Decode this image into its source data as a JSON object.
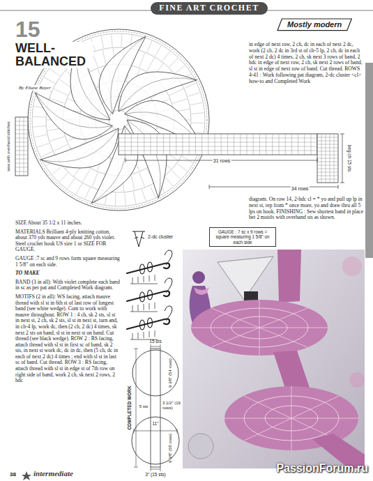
{
  "diagram": {
    "title": "WELL-BALANCED",
    "nodes": [
      {
        "text": [
          "FINE ART CROCHET"
        ]
      },
      {
        "text": [
          "Mostly modern"
        ]
      },
      {
        "text": [
          "GAUGE : 7 sc x 9 rows = square measuring 1 5/8\" on each side"
        ]
      },
      {
        "text": [
          "11\""
        ]
      }
    ],
    "labels": [
      "15",
      "By Eliane Boyer",
      "in edge of next row, 2 ch, dc in each of next 2 dc, work (2 ch, 2 dc in 3rd st of ch-5 lp, 2 ch, dc in each of next 2 dc) 4 times, 2 ch, sk next 3 rows of band, 2 hdc in edge of next row, 2 ch, sk next 2 rows of band, sl st in edge of next row of band. Cut thread. ROWS 4-41 : Work following pat diagram, 2-dc cluster <cl> how-to and Completed Work",
      "31 rows",
      "34 rows",
      "beg ch 15 sts",
      "sew with overhand stitches",
      "diagram. On row 14, 2-hdc cl = * yo and pull up lp in next st, rep from * once more, yo and draw thru all 5 lps on hook. FINISHING : Sew shortest band in place bet 2 motifs with overhand sts as shown.",
      "SIZE About 35 1/2 x 11 inches.",
      "MATERIALS Brilliant 4-ply knitting cotton, about 370 yds mauve and about 260 yds violet. Steel crochet hook US size 1 or SIZE FOR GAUGE.",
      "GAUGE :7 sc and 9 rows form square measuring 1 5/8\" on each side.",
      "TO MAKE",
      "BAND (3 in all): With violet complete each band in sc as per pat and Completed Work diagram.",
      "MOTIFS (2 in all): WS facing, attach mauve thread with sl st in 6th st of last row of longest band (see white wedge). Cont to work with mauve throughout. ROW 1 : 4 ch, sk 2 sts, sl st in next st, 2 ch, sk 2 sts, sl st in next st, turn and, in ch-4 lp, work dc, then (2 ch, 2 dc) 4 times, sk next 2 sts on band, sl st in next st on band. Cut thread (see black wedge). ROW 2 : RS facing, attach thread with sl st in first sc of band, sk 2 sts, in next st work dc, dc in dc, then (5 ch, dc in each of next 2 dc) 4 times ; end with sl st in last sc of band. Cut thread. ROW 3 : RS facing, attach thread with sl st in edge st of 7th row on right side of band, work 2 ch, sk next 2 rows, 2 hdc",
      "2-dc cluster",
      "COMPLETED WORK",
      "15 sts",
      "9 3/8\" (54 rows)",
      "5 sts",
      "3 1/2\" (19 rows)",
      "9 3/8\" (65 rows)",
      "3\" (15 sts)",
      "38",
      "intermediate",
      "PassionForum.ru"
    ]
  }
}
